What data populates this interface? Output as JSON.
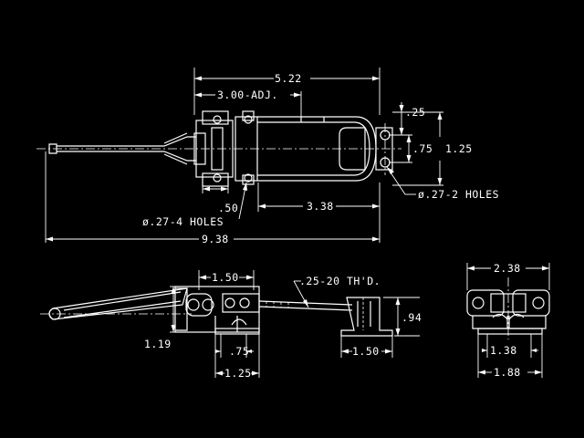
{
  "colors": {
    "background": "#000000",
    "linework": "#ffffff"
  },
  "top_view": {
    "overall_adjusted_length": "5.22",
    "adjustment": "3.00-ADJ.",
    "hole_offset": ".25",
    "hole_spacing": ".75",
    "width": "1.25",
    "end_hole_callout": "ø.27-2 HOLES",
    "base_hole_spacing": ".50",
    "base_to_end": "3.38",
    "base_hole_callout": "ø.27-4 HOLES",
    "overall_length": "9.38"
  },
  "side_view": {
    "base_length": "1.50",
    "thread_callout": ".25-20 TH'D.",
    "hook_height": ".94",
    "pivot_height": "1.19",
    "base_hole_pitch": ".75",
    "base_length_bottom": "1.25",
    "catch_length": "1.50"
  },
  "end_view": {
    "overall_width": "2.38",
    "inner_width": "1.38",
    "base_width": "1.88"
  }
}
